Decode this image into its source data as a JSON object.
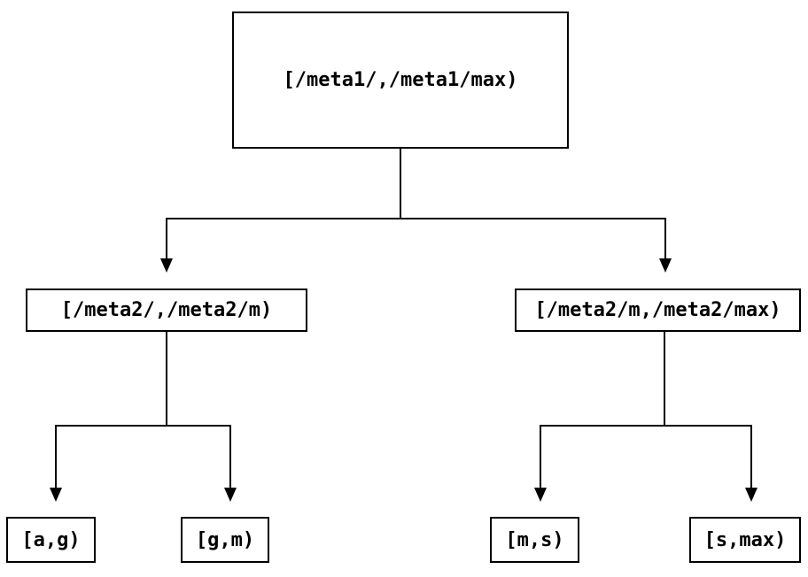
{
  "diagram": {
    "type": "binary-interval-tree",
    "colors": {
      "background": "#ffffff",
      "line": "#000000",
      "text": "#000000"
    },
    "root": {
      "label": "[/meta1/,/meta1/max)"
    },
    "level1": [
      {
        "label": "[/meta2/,/meta2/m)"
      },
      {
        "label": "[/meta2/m,/meta2/max)"
      }
    ],
    "leaves": [
      {
        "label": "[a,g)"
      },
      {
        "label": "[g,m)"
      },
      {
        "label": "[m,s)"
      },
      {
        "label": "[s,max)"
      }
    ]
  }
}
